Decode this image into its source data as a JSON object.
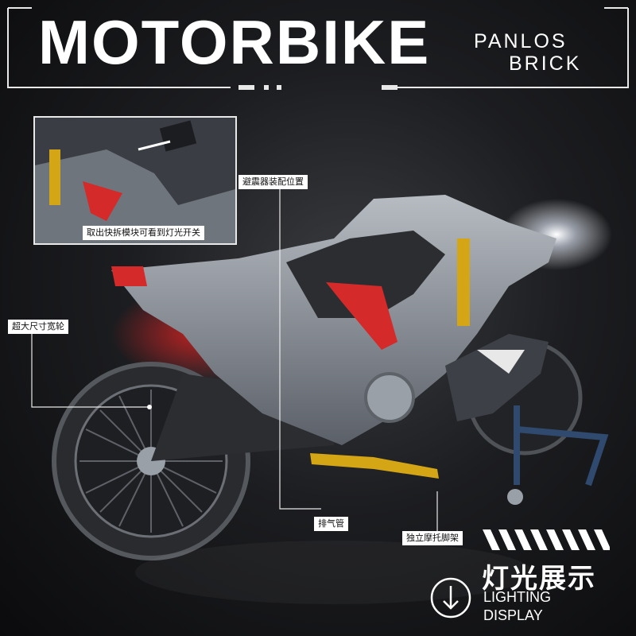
{
  "header": {
    "title": "MOTORBIKE",
    "brand_line1": "PANLOS",
    "brand_line2": "BRICK"
  },
  "callouts": {
    "shock_mount": "避震器装配位置",
    "inset_caption": "取出快拆模块可看到灯光开关",
    "wide_wheel": "超大尺寸宽轮",
    "exhaust": "排气管",
    "kickstand": "独立摩托脚架"
  },
  "lighting": {
    "title_cn": "灯光展示",
    "line1": "LIGHTING",
    "line2": "DISPLAY",
    "icon": "arrow-down-circle-icon"
  },
  "colors": {
    "background": "#111214",
    "frame": "#e8e8e8",
    "accent_red": "#d42a2a",
    "accent_gold": "#d4a514",
    "body_gray": "#8c9198",
    "dark_part": "#2b2d31"
  }
}
